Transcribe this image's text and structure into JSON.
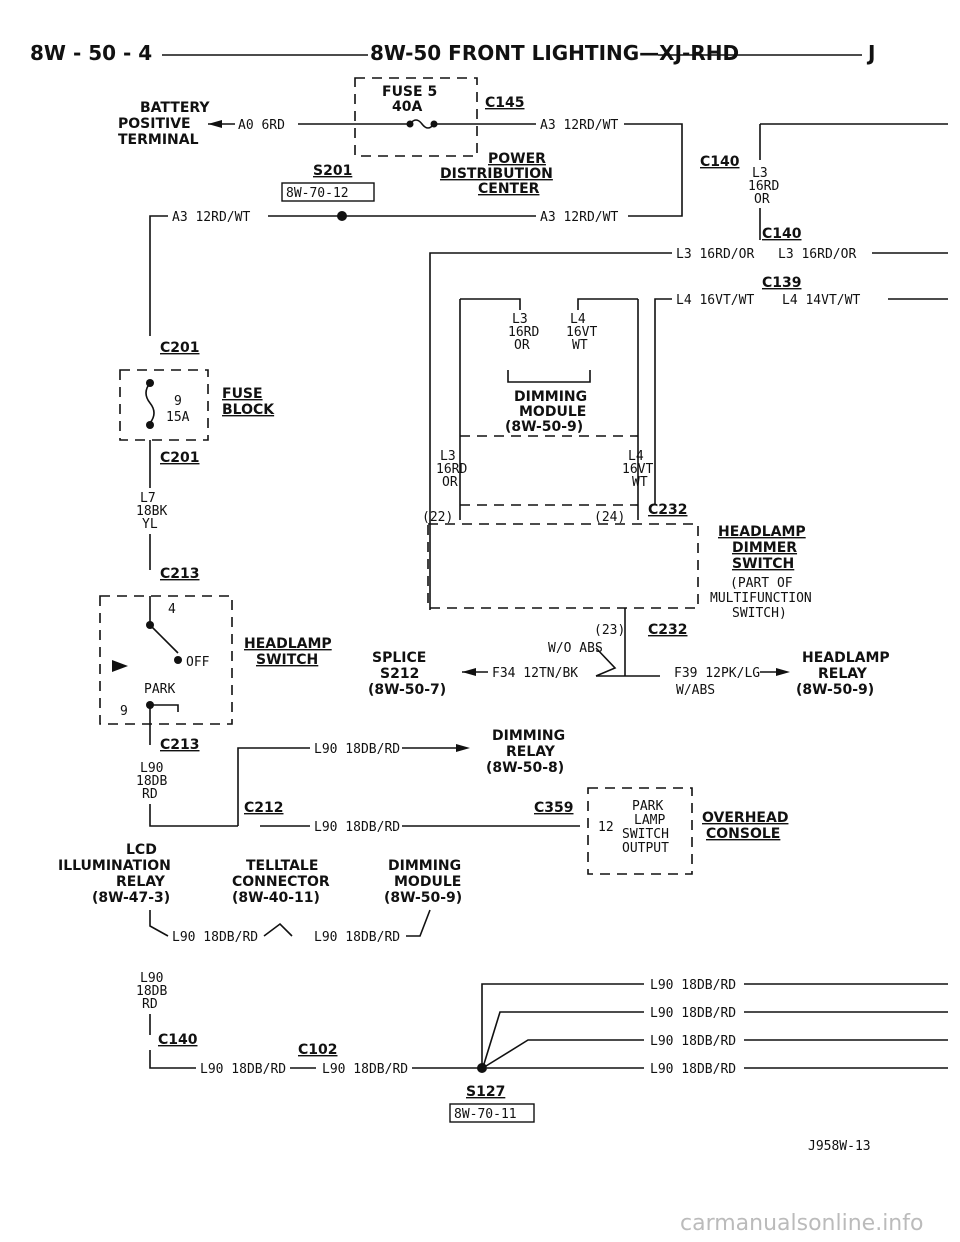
{
  "header": {
    "page": "8W - 50 - 4",
    "title": "8W-50 FRONT LIGHTING—XJ-RHD",
    "letter": "J"
  },
  "battery": {
    "l1": "BATTERY",
    "l2": "POSITIVE",
    "l3": "TERMINAL"
  },
  "fuse5": {
    "name": "FUSE 5",
    "rating": "40A"
  },
  "pdc": {
    "l1": "POWER",
    "l2": "DISTRIBUTION",
    "l3": "CENTER"
  },
  "conn": {
    "c145": "C145",
    "c140": "C140",
    "c139": "C139",
    "c201": "C201",
    "c213": "C213",
    "c232": "C232",
    "c212": "C212",
    "c359": "C359",
    "c102": "C102"
  },
  "splice": {
    "s201": "S201",
    "s127": "S127",
    "ref1": "8W-70-12",
    "ref2": "8W-70-11"
  },
  "wires": {
    "a0": "A0 6RD",
    "a3": "A3 12RD/WT",
    "l3": "L3 16RD/OR",
    "l4": "L4 16VT/WT",
    "l4b": "L4 14VT/WT",
    "l3s1": "L3",
    "l3s2": "16RD",
    "l3s3": "OR",
    "l4s1": "L4",
    "l4s2": "16VT",
    "l4s3": "WT",
    "l7a": "L7",
    "l7b": "18BK",
    "l7c": "YL",
    "l90": "L90 18DB/RD",
    "l90a": "L90",
    "l90b": "18DB",
    "l90c": "RD",
    "f34": "F34 12TN/BK",
    "f39": "F39 12PK/LG"
  },
  "fuseblock": {
    "num": "9",
    "rating": "15A",
    "l1": "FUSE",
    "l2": "BLOCK"
  },
  "hswitch": {
    "pin4": "4",
    "off": "OFF",
    "park": "PARK",
    "pin9": "9",
    "l1": "HEADLAMP",
    "l2": "SWITCH"
  },
  "dmodule": {
    "l1": "DIMMING",
    "l2": "MODULE",
    "l3": "(8W-50-9)"
  },
  "dimmer": {
    "l1": "HEADLAMP",
    "l2": "DIMMER",
    "l3": "SWITCH",
    "l4": "(PART OF",
    "l5": "MULTIFUNCTION",
    "l6": "SWITCH)",
    "p22": "(22)",
    "p24": "(24)",
    "p23": "(23)"
  },
  "abs": {
    "wo": "W/O ABS",
    "w": "W/ABS"
  },
  "s212": {
    "l1": "SPLICE",
    "l2": "S212",
    "l3": "(8W-50-7)"
  },
  "hrelay": {
    "l1": "HEADLAMP",
    "l2": "RELAY",
    "l3": "(8W-50-9)"
  },
  "drelay": {
    "l1": "DIMMING",
    "l2": "RELAY",
    "l3": "(8W-50-8)"
  },
  "overhead": {
    "l1": "PARK",
    "l2": "LAMP",
    "l3": "SWITCH",
    "l4": "OUTPUT",
    "pin": "12",
    "n1": "OVERHEAD",
    "n2": "CONSOLE"
  },
  "lcd": {
    "l1": "LCD",
    "l2": "ILLUMINATION",
    "l3": "RELAY",
    "l4": "(8W-47-3)"
  },
  "telltale": {
    "l1": "TELLTALE",
    "l2": "CONNECTOR",
    "l3": "(8W-40-11)"
  },
  "dm2": {
    "l1": "DIMMING",
    "l2": "MODULE",
    "l3": "(8W-50-9)"
  },
  "footer": {
    "code": "J958W-13"
  },
  "watermark": "carmanualsonline.info"
}
